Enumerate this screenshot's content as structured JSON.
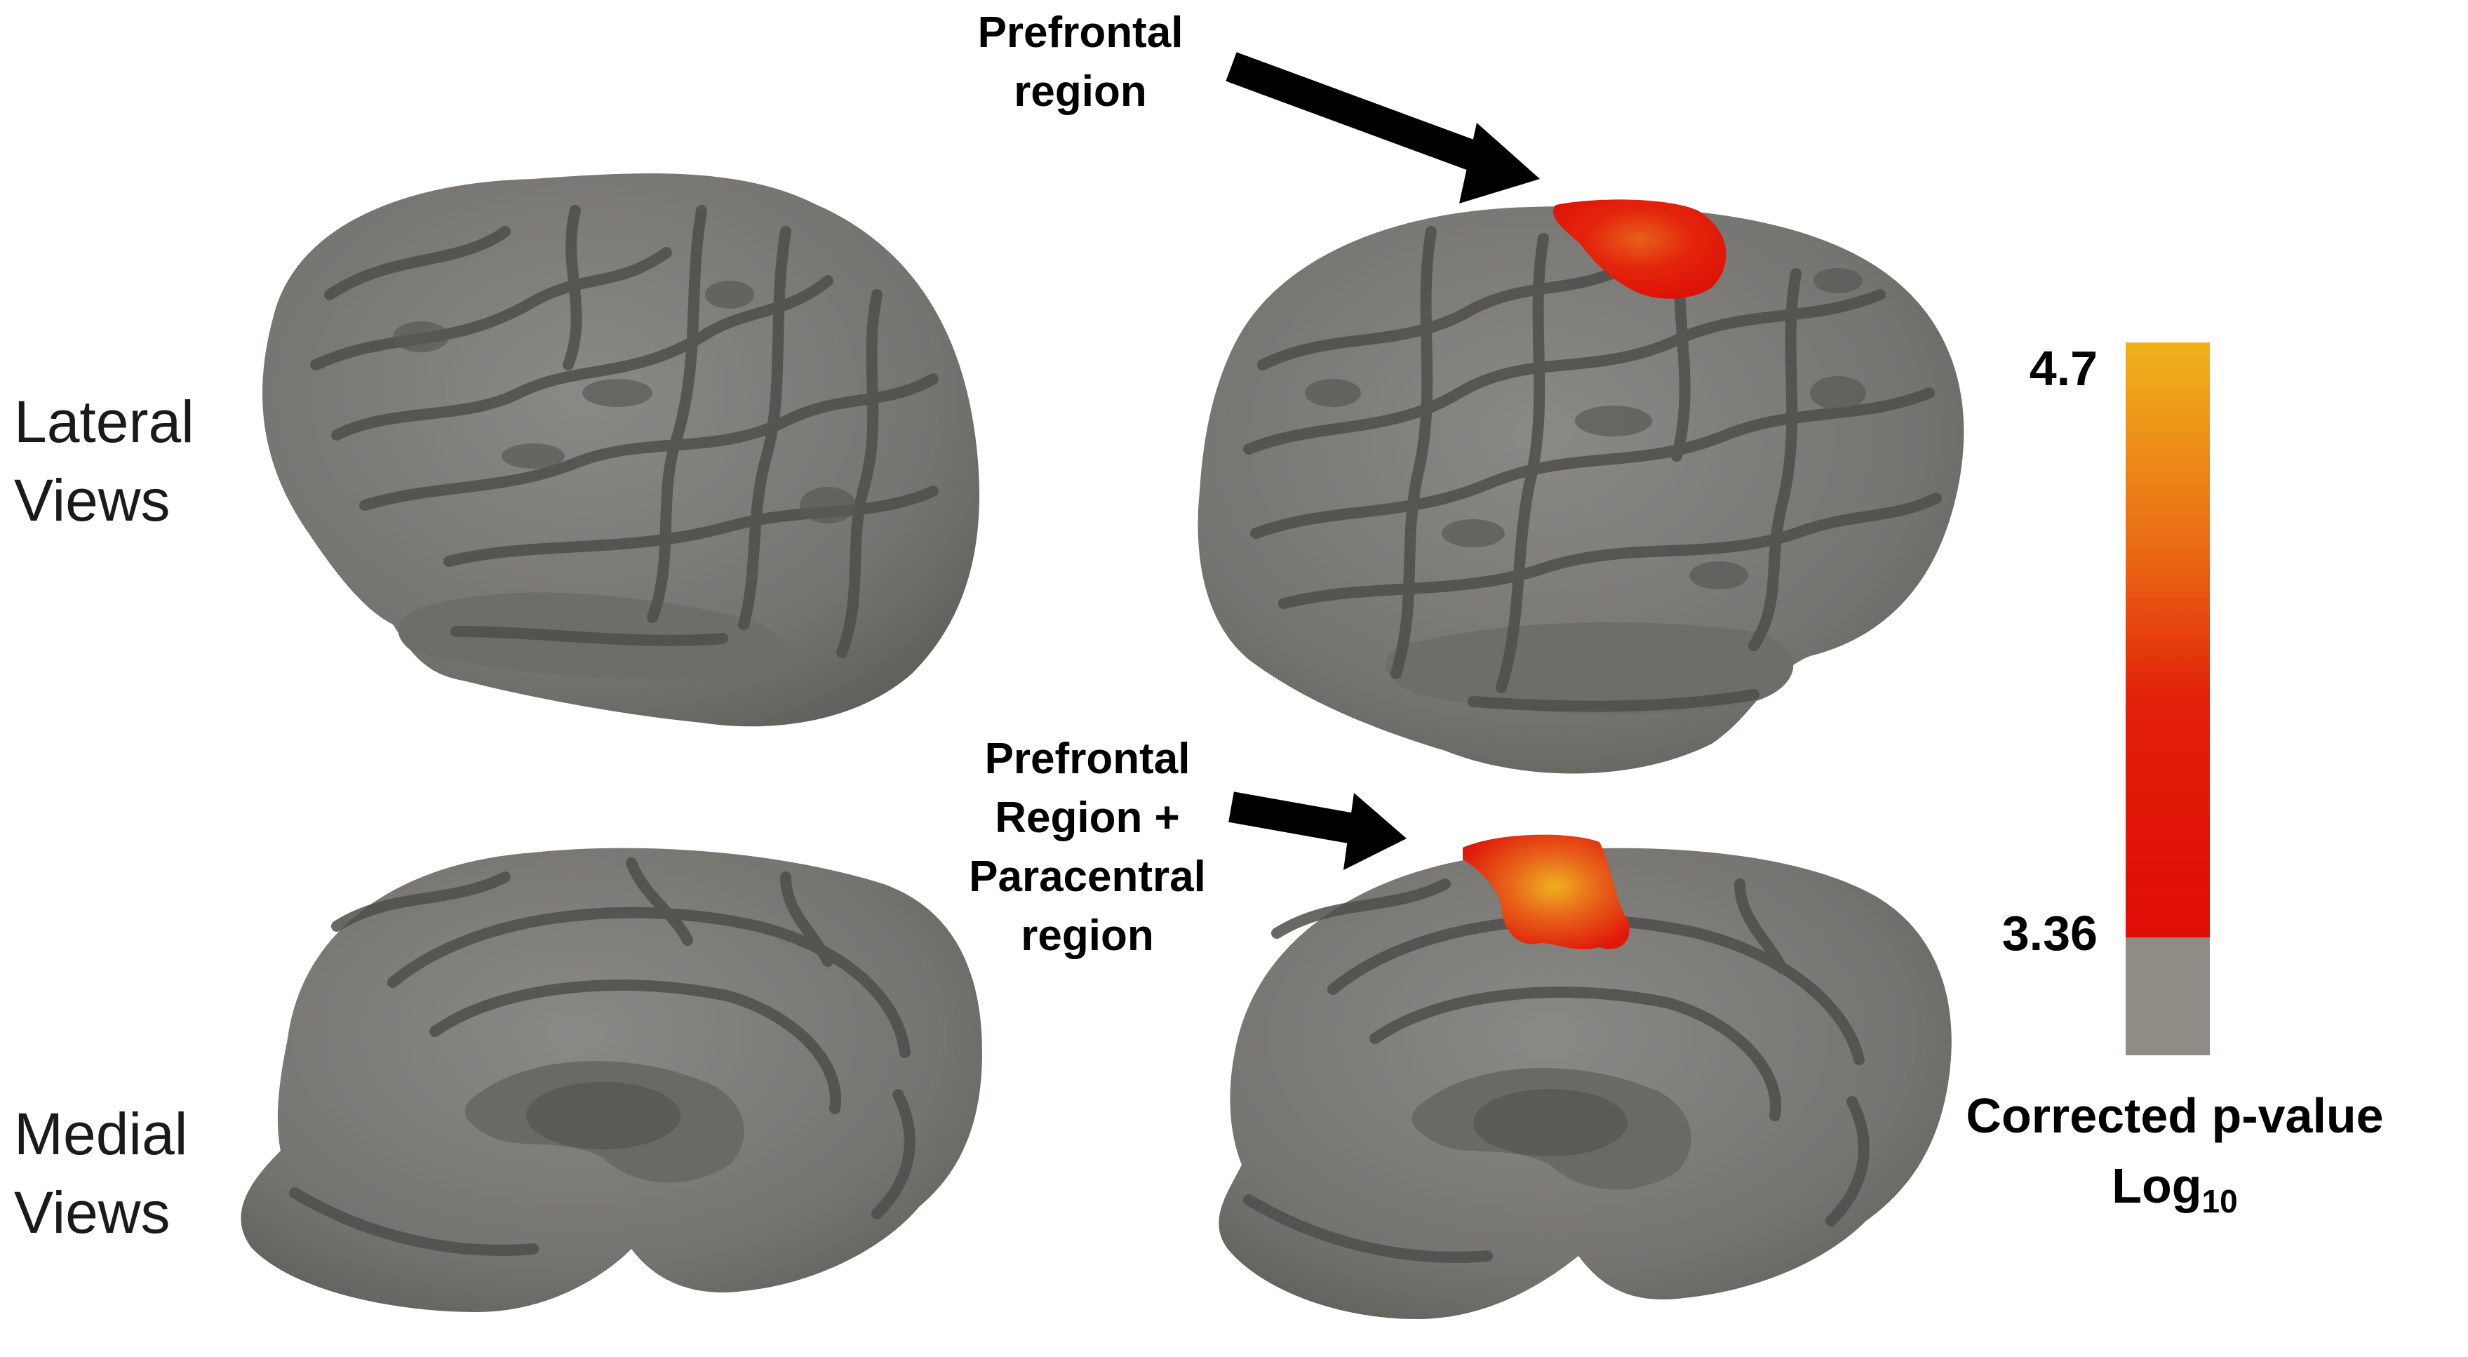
{
  "labels": {
    "lateral": [
      "Lateral",
      "Views"
    ],
    "medial": [
      "Medial",
      "Views"
    ]
  },
  "annotations": {
    "top": [
      "Prefrontal",
      "region"
    ],
    "bottom": [
      "Prefrontal",
      "Region +",
      "Paracentral",
      "region"
    ]
  },
  "colorbar": {
    "max_label": "4.7",
    "min_label": "3.36",
    "max_value": 4.7,
    "threshold_value": 3.36,
    "title_line1": "Corrected p-value",
    "title_line2_main": "Log",
    "title_line2_sub": "10",
    "colors": {
      "top": "#f0b21c",
      "mid": "#e53a0c",
      "low": "#e00d06",
      "below_threshold": "#8f8c86"
    }
  },
  "colors": {
    "cortex": "#7b7a77",
    "cortex_dark": "#5e5d5a",
    "sulcus": "#4e4d4a",
    "activation": "#e31a0a",
    "activation_hot": "#f0a020",
    "arrow": "#000000"
  }
}
